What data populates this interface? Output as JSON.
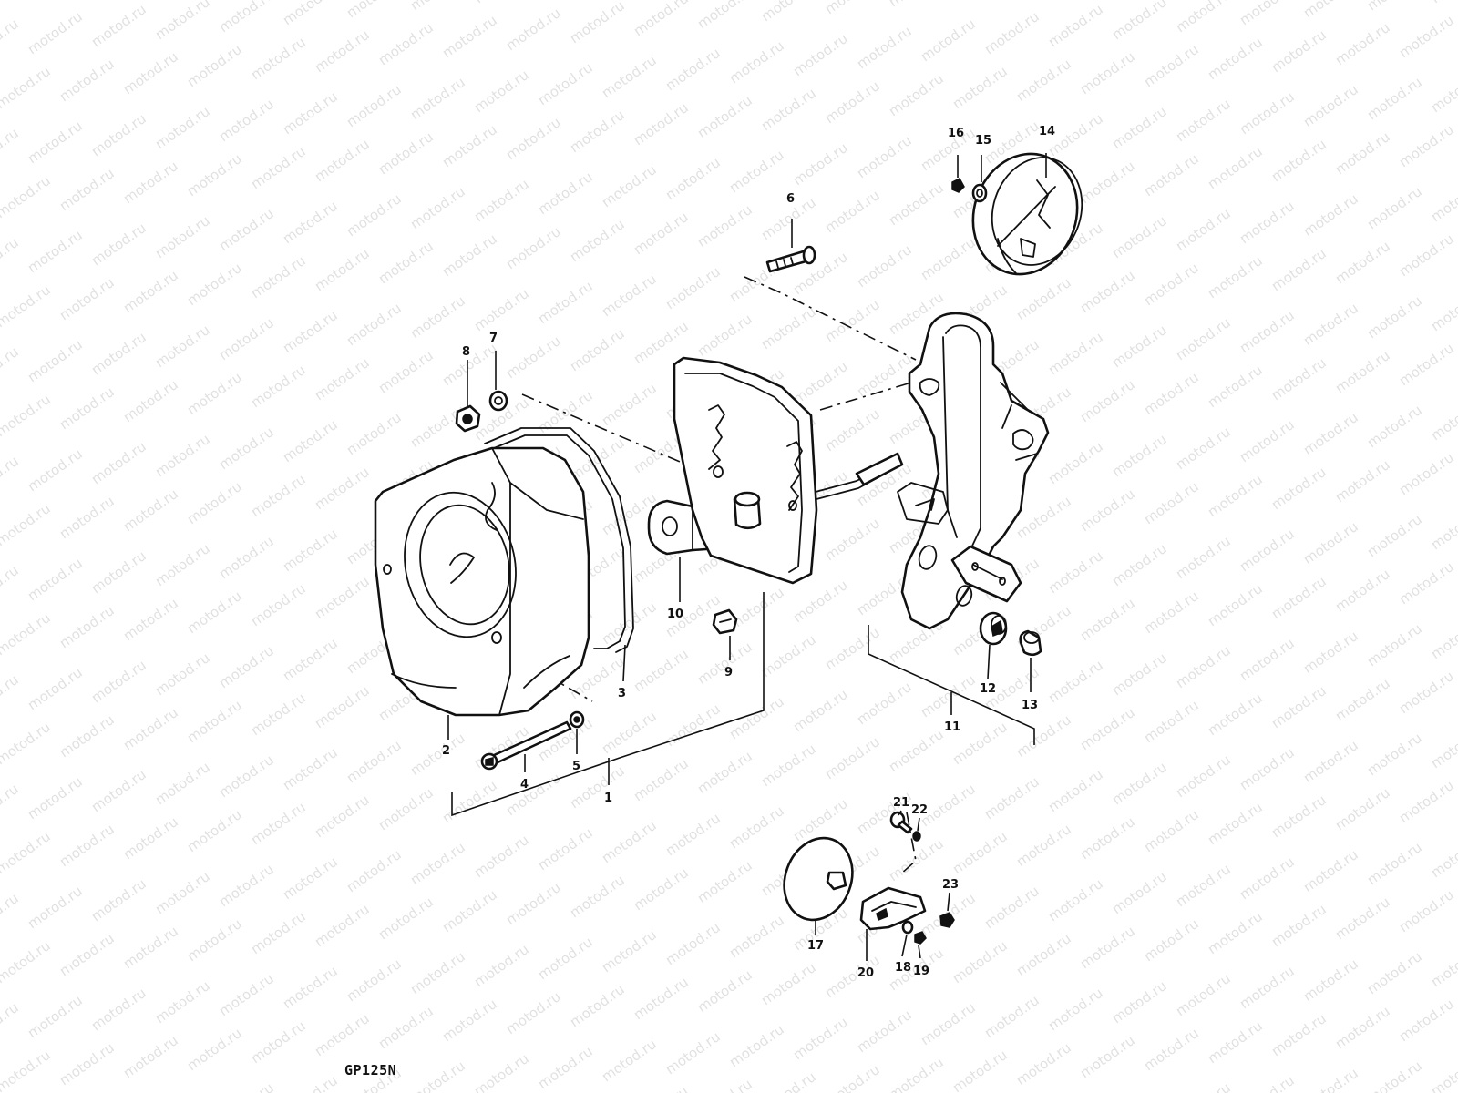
{
  "watermark": "motod.ru",
  "model_code": "GP125N",
  "callouts": {
    "c1": "1",
    "c2": "2",
    "c3": "3",
    "c4": "4",
    "c5": "5",
    "c6": "6",
    "c7": "7",
    "c8": "8",
    "c9": "9",
    "c10": "10",
    "c11": "11",
    "c12": "12",
    "c13": "13",
    "c14": "14",
    "c15": "15",
    "c16": "16",
    "c17": "17",
    "c18": "18",
    "c19": "19",
    "c20": "20",
    "c21": "21",
    "c22": "22",
    "c23": "23"
  }
}
